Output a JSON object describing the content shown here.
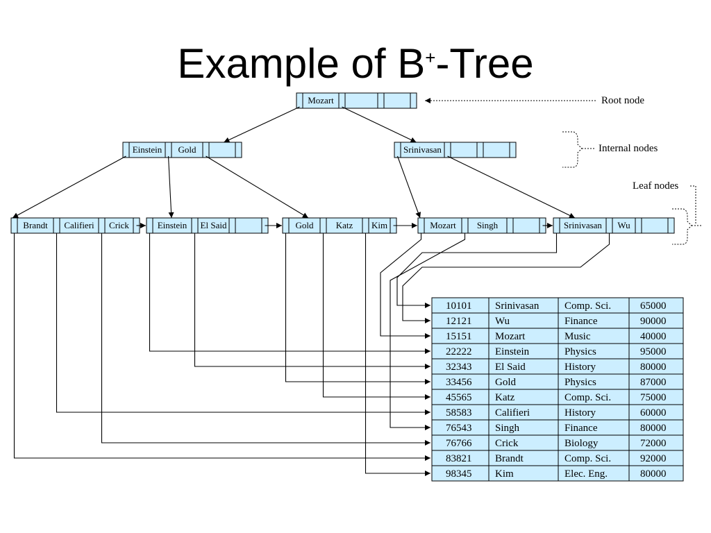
{
  "title": {
    "main": "Example of B",
    "sup": "+",
    "tail": "-Tree"
  },
  "labels": {
    "root": "Root node",
    "internal": "Internal nodes",
    "leaf": "Leaf nodes"
  },
  "root": {
    "keys": [
      "Mozart",
      "",
      ""
    ]
  },
  "internal": [
    {
      "keys": [
        "Einstein",
        "Gold",
        ""
      ]
    },
    {
      "keys": [
        "Srinivasan",
        "",
        ""
      ]
    }
  ],
  "leaves": [
    {
      "keys": [
        "Brandt",
        "Califieri",
        "Crick"
      ]
    },
    {
      "keys": [
        "Einstein",
        "El Said",
        ""
      ]
    },
    {
      "keys": [
        "Gold",
        "Katz",
        "Kim"
      ]
    },
    {
      "keys": [
        "Mozart",
        "Singh",
        ""
      ]
    },
    {
      "keys": [
        "Srinivasan",
        "Wu",
        ""
      ]
    }
  ],
  "records": [
    [
      "10101",
      "Srinivasan",
      "Comp. Sci.",
      "65000"
    ],
    [
      "12121",
      "Wu",
      "Finance",
      "90000"
    ],
    [
      "15151",
      "Mozart",
      "Music",
      "40000"
    ],
    [
      "22222",
      "Einstein",
      "Physics",
      "95000"
    ],
    [
      "32343",
      "El Said",
      "History",
      "80000"
    ],
    [
      "33456",
      "Gold",
      "Physics",
      "87000"
    ],
    [
      "45565",
      "Katz",
      "Comp. Sci.",
      "75000"
    ],
    [
      "58583",
      "Califieri",
      "History",
      "60000"
    ],
    [
      "76543",
      "Singh",
      "Finance",
      "80000"
    ],
    [
      "76766",
      "Crick",
      "Biology",
      "72000"
    ],
    [
      "83821",
      "Brandt",
      "Comp. Sci.",
      "92000"
    ],
    [
      "98345",
      "Kim",
      "Elec. Eng.",
      "80000"
    ]
  ]
}
